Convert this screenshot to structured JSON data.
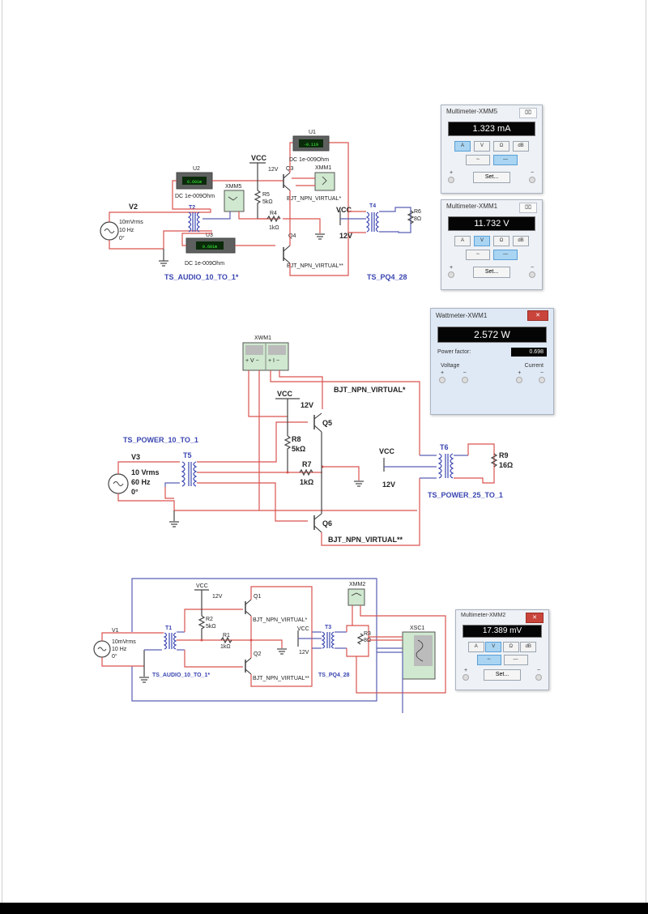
{
  "circuit1": {
    "source": {
      "name": "V2",
      "amplitude": "10mVrms",
      "frequency": "10 Hz",
      "phase": "0°"
    },
    "input_transformer": {
      "name": "T2",
      "model": "TS_AUDIO_10_TO_1*"
    },
    "ammeters": [
      {
        "name": "U2",
        "reading": "0.601m",
        "spec": "DC  1e-009Ohm"
      },
      {
        "name": "U3",
        "reading": "0.601m",
        "spec": "DC  1e-009Ohm"
      },
      {
        "name": "U1",
        "reading": "-0.119",
        "spec": "DC  1e-009Ohm"
      }
    ],
    "multimeter_symbols": [
      "XMM5",
      "XMM1"
    ],
    "vcc": {
      "label": "VCC",
      "value": "12V"
    },
    "resistors": [
      {
        "name": "R5",
        "value": "5kΩ"
      },
      {
        "name": "R4",
        "value": "1kΩ"
      },
      {
        "name": "R6",
        "value": "8Ω"
      }
    ],
    "transistors": [
      {
        "name": "Q3",
        "model": "BJT_NPN_VIRTUAL*"
      },
      {
        "name": "Q4",
        "model": "BJT_NPN_VIRTUAL**"
      }
    ],
    "output_vcc": {
      "label": "VCC",
      "value": "12V"
    },
    "output_transformer": {
      "name": "T4",
      "model": "TS_PQ4_28"
    }
  },
  "circuit2": {
    "source": {
      "name": "V3",
      "amplitude": "10 Vrms",
      "frequency": "60 Hz",
      "phase": "0°"
    },
    "input_transformer": {
      "name": "T5",
      "model": "TS_POWER_10_TO_1"
    },
    "wattmeter_symbol": {
      "name": "XWM1",
      "v_label": "+ V −",
      "i_label": "+ I −"
    },
    "vcc": {
      "label": "VCC",
      "value": "12V"
    },
    "resistors": [
      {
        "name": "R8",
        "value": "5kΩ"
      },
      {
        "name": "R7",
        "value": "1kΩ"
      },
      {
        "name": "R9",
        "value": "16Ω"
      }
    ],
    "transistors": [
      {
        "name": "Q5",
        "model": "BJT_NPN_VIRTUAL*"
      },
      {
        "name": "Q6",
        "model": "BJT_NPN_VIRTUAL**"
      }
    ],
    "output_vcc": {
      "label": "VCC",
      "value": "12V"
    },
    "output_transformer": {
      "name": "T6",
      "model": "TS_POWER_25_TO_1"
    }
  },
  "circuit3": {
    "source": {
      "name": "V1",
      "amplitude": "10mVrms",
      "frequency": "10 Hz",
      "phase": "0°"
    },
    "input_transformer": {
      "name": "T1",
      "model": "TS_AUDIO_10_TO_1*"
    },
    "vcc": {
      "label": "VCC",
      "value": "12V"
    },
    "resistors": [
      {
        "name": "R2",
        "value": "5kΩ"
      },
      {
        "name": "R1",
        "value": "1kΩ"
      },
      {
        "name": "R3",
        "value": "8Ω"
      }
    ],
    "transistors": [
      {
        "name": "Q1",
        "model": "BJT_NPN_VIRTUAL*"
      },
      {
        "name": "Q2",
        "model": "BJT_NPN_VIRTUAL**"
      }
    ],
    "output_vcc": {
      "label": "VCC",
      "value": "12V"
    },
    "output_transformer": {
      "name": "T3",
      "model": "TS_PQ4_28"
    },
    "multimeter_symbol": "XMM2",
    "oscilloscope_symbol": "XSC1"
  },
  "windows": {
    "xmm5": {
      "title": "Multimeter-XMM5",
      "close": "⌧",
      "reading": "1.323 mA",
      "modes": [
        "A",
        "V",
        "Ω",
        "dB"
      ],
      "active_mode": "A",
      "ac_symbol": "∼",
      "dc_symbol": "—",
      "active_coupling": "dc",
      "set_label": "Set...",
      "plus": "+",
      "minus": "−"
    },
    "xmm1": {
      "title": "Multimeter-XMM1",
      "close": "⌧",
      "reading": "11.732 V",
      "modes": [
        "A",
        "V",
        "Ω",
        "dB"
      ],
      "active_mode": "V",
      "ac_symbol": "∼",
      "dc_symbol": "—",
      "active_coupling": "dc",
      "set_label": "Set...",
      "plus": "+",
      "minus": "−"
    },
    "xwm1": {
      "title": "Wattmeter-XWM1",
      "close": "✕",
      "reading": "2.572 W",
      "power_factor_label": "Power factor:",
      "power_factor": "0.698",
      "voltage_label": "Voltage",
      "current_label": "Current",
      "plus": "+",
      "minus": "−"
    },
    "xmm2": {
      "title": "Multimeter-XMM2",
      "close": "✕",
      "reading": "17.389 mV",
      "modes": [
        "A",
        "V",
        "Ω",
        "dB"
      ],
      "active_mode": "V",
      "ac_symbol": "∼",
      "dc_symbol": "—",
      "active_coupling": "ac",
      "set_label": "Set...",
      "plus": "+",
      "minus": "−"
    }
  }
}
